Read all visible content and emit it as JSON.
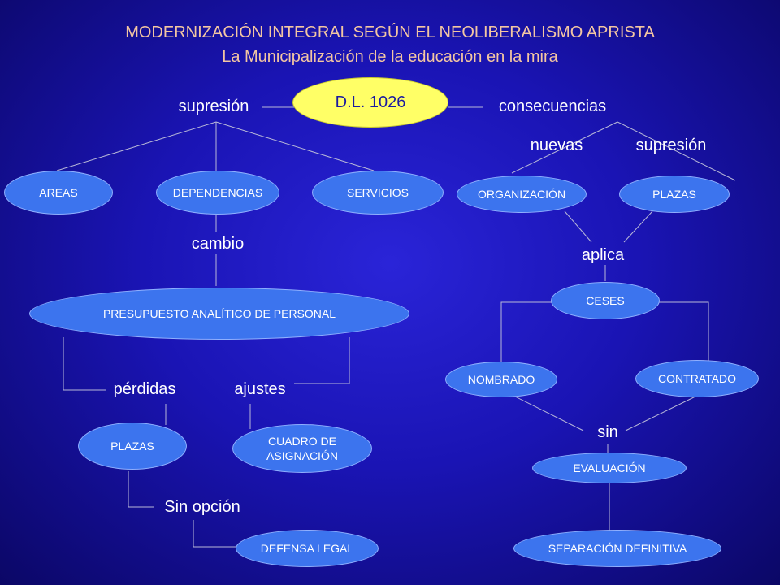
{
  "title": "MODERNIZACIÓN INTEGRAL SEGÚN EL NEOLIBERALISMO APRISTA",
  "subtitle": "La Municipalización de la educación en la mira",
  "center": "D.L. 1026",
  "labels": {
    "supresion_left": "supresión",
    "consecuencias": "consecuencias",
    "nuevas": "nuevas",
    "supresion_right": "supresión",
    "cambio": "cambio",
    "aplica": "aplica",
    "perdidas": "pérdidas",
    "ajustes": "ajustes",
    "sin": "sin",
    "sin_opcion": "Sin opción"
  },
  "nodes": {
    "areas": "AREAS",
    "dependencias": "DEPENDENCIAS",
    "servicios": "SERVICIOS",
    "organizacion": "ORGANIZACIÓN",
    "plazas_right": "PLAZAS",
    "presupuesto": "PRESUPUESTO ANALÍTICO DE PERSONAL",
    "ceses": "CESES",
    "nombrado": "NOMBRADO",
    "contratado": "CONTRATADO",
    "plazas_left": "PLAZAS",
    "cuadro": "CUADRO DE\nASIGNACIÓN",
    "evaluacion": "EVALUACIÓN",
    "defensa": "DEFENSA LEGAL",
    "separacion": "SEPARACIÓN DEFINITIVA"
  },
  "colors": {
    "background": "#1a14b4",
    "node_fill": "#3c74ee",
    "center_fill": "#ffff66",
    "title_text": "#f3c6a2",
    "label_text": "#ffffff"
  }
}
